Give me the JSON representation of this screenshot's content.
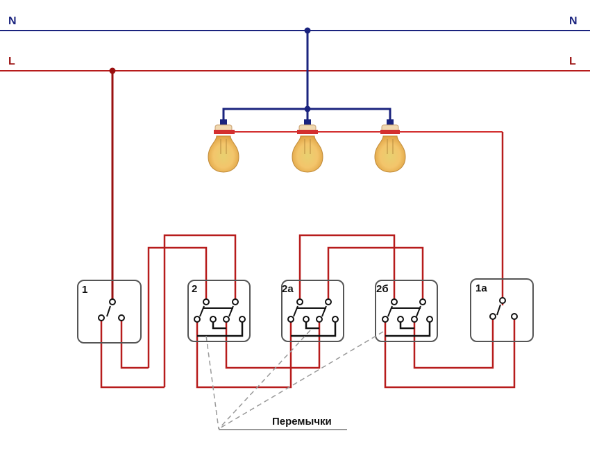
{
  "diagram": {
    "type": "wiring-diagram",
    "description": "Two single-gang and three double-gang light switches controlling three lamps",
    "colors": {
      "neutral": "#1a237e",
      "phase": "#b71c1c",
      "switch_border": "#555555",
      "jumper": "#111111",
      "leader": "#999999",
      "lamp_glass": "#f5c76a"
    },
    "buses": {
      "neutral": {
        "label_left": "N",
        "label_right": "N"
      },
      "phase": {
        "label_left": "L",
        "label_right": "L"
      }
    },
    "lamps": [
      {
        "id": "lamp-1"
      },
      {
        "id": "lamp-2"
      },
      {
        "id": "lamp-3"
      }
    ],
    "switches": [
      {
        "id": "sw-1",
        "label": "1",
        "kind": "single"
      },
      {
        "id": "sw-2",
        "label": "2",
        "kind": "double"
      },
      {
        "id": "sw-2a",
        "label": "2а",
        "kind": "double"
      },
      {
        "id": "sw-2b",
        "label": "2б",
        "kind": "double"
      },
      {
        "id": "sw-1a",
        "label": "1а",
        "kind": "single"
      }
    ],
    "annotation": {
      "text": "Перемычки"
    }
  }
}
